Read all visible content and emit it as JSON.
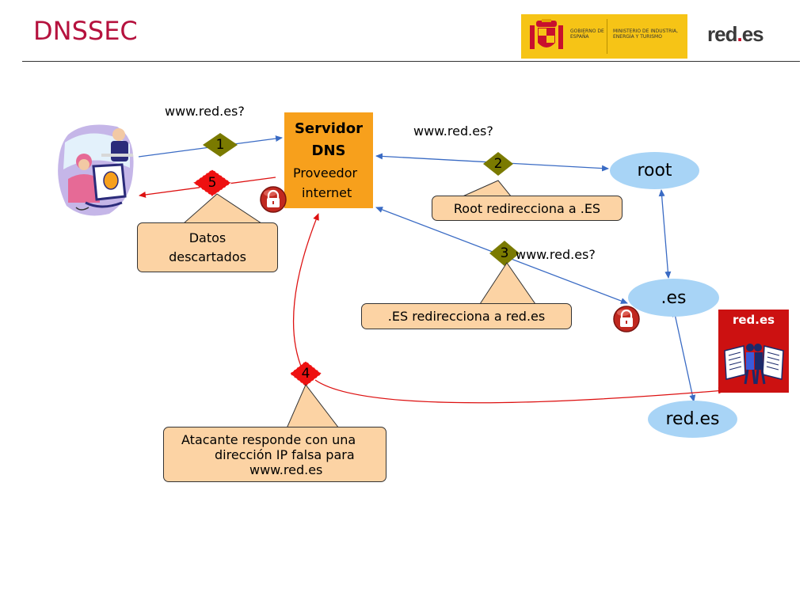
{
  "header": {
    "title": "DNSSEC",
    "gov_logo": {
      "line1": "GOBIERNO DE ESPAÑA",
      "line2": "MINISTERIO DE INDUSTRIA, ENERGÍA Y TURISMO"
    },
    "brand_logo": {
      "part1": "red",
      "dot": ".",
      "part2": "es"
    }
  },
  "diagram": {
    "dns_server": {
      "line1": "Servidor",
      "line2": "DNS",
      "line3": "Proveedor",
      "line4": "internet"
    },
    "nodes": {
      "root": "root",
      "es": ".es",
      "reds": "red.es"
    },
    "queries": {
      "q1": "www.red.es?",
      "q2": "www.red.es?",
      "q3": "www.red.es?"
    },
    "steps": {
      "s1": "1",
      "s2": "2",
      "s3": "3",
      "s4": "4",
      "s5": "5"
    },
    "callouts": {
      "datos": [
        "Datos",
        "descartados"
      ],
      "root": "Root redirecciona a .ES",
      "es": ".ES redirecciona a red.es",
      "atacante": [
        "Atacante responde con una",
        "dirección IP falsa para",
        "www.red.es"
      ]
    },
    "reds_card_label": "red.es",
    "colors": {
      "legit_arrow": "#3a6bc4",
      "attack_arrow": "#dd1111",
      "legit_step": "#7a7a00",
      "attack_step": "#ee1111"
    }
  }
}
